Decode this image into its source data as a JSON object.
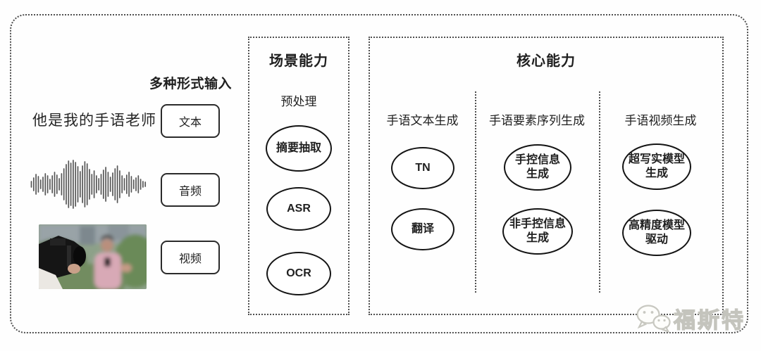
{
  "colors": {
    "ink": "#1f1f1f",
    "frame_border": "#4f4f4f",
    "node_border": "#141414",
    "watermark_gray": "#c4c4bd",
    "background": "#fefefe"
  },
  "input_section": {
    "label": "多种形式输入",
    "text_example": "他是我的手语老师",
    "inputs": [
      {
        "label": "文本"
      },
      {
        "label": "音频"
      },
      {
        "label": "视频"
      }
    ],
    "media": [
      {
        "name": "audio-waveform"
      },
      {
        "name": "video-thumbnail",
        "description": "camera filming reporter"
      }
    ]
  },
  "scene_box": {
    "title": "场景能力",
    "stage_label": "预处理",
    "nodes": [
      "摘要抽取",
      "ASR",
      "OCR"
    ]
  },
  "core_box": {
    "title": "核心能力",
    "columns": [
      {
        "header": "手语文本生成",
        "nodes": [
          "TN",
          "翻译"
        ]
      },
      {
        "header": "手语要素序列生成",
        "nodes": [
          "手控信息\n生成",
          "非手控信息\n生成"
        ]
      },
      {
        "header": "手语视频生成",
        "nodes": [
          "超写实模型\n生成",
          "高精度模型\n驱动"
        ]
      }
    ]
  },
  "watermark": {
    "icon": "wechat-logo",
    "text": "福斯特"
  }
}
